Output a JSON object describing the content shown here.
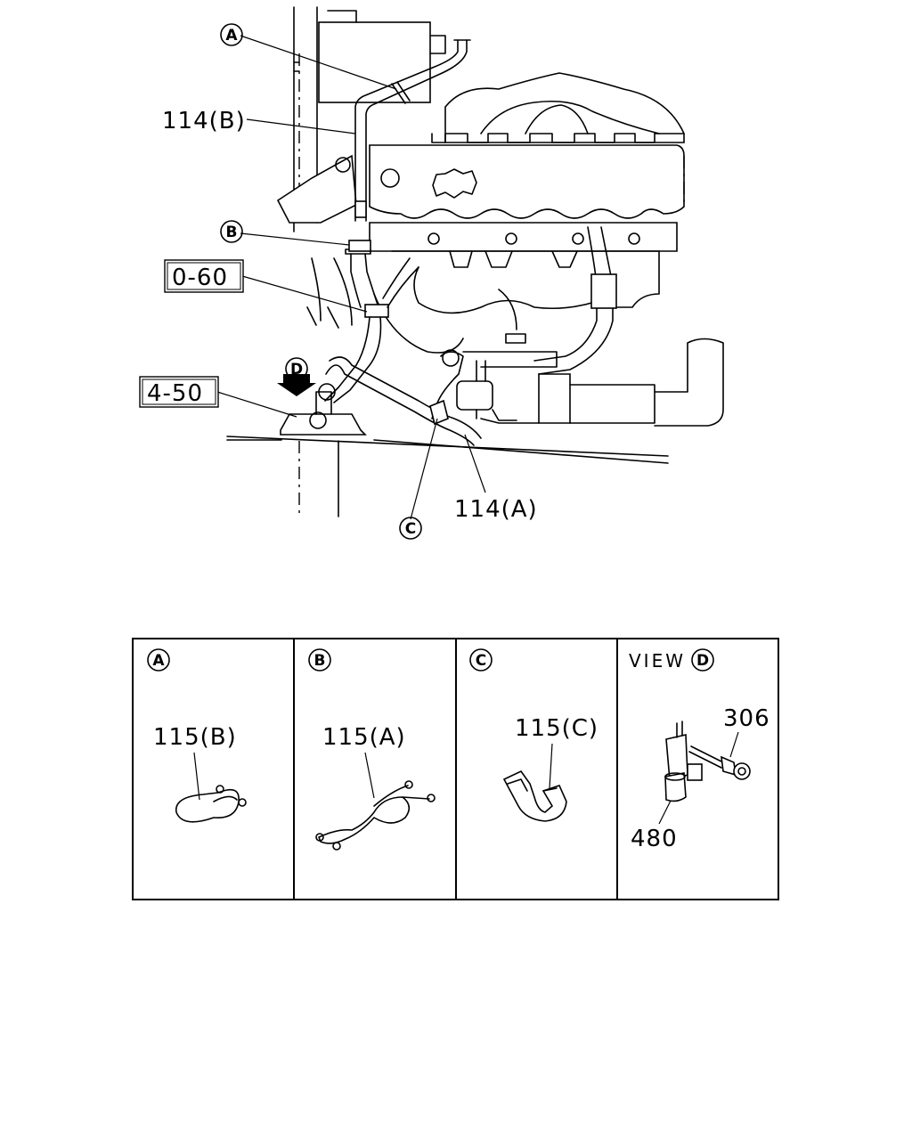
{
  "callouts": {
    "part_114b": "114(B)",
    "part_114a": "114(A)",
    "ref_0_60": "0-60",
    "ref_4_50": "4-50",
    "marker_a": "A",
    "marker_b": "B",
    "marker_c": "C",
    "marker_d": "D"
  },
  "detail_panels": [
    {
      "marker": "A",
      "part": "115(B)"
    },
    {
      "marker": "B",
      "part": "115(A)"
    },
    {
      "marker": "C",
      "part": "115(C)"
    },
    {
      "marker": "D",
      "prefix": "VIEW",
      "parts": [
        "306",
        "480"
      ]
    }
  ]
}
